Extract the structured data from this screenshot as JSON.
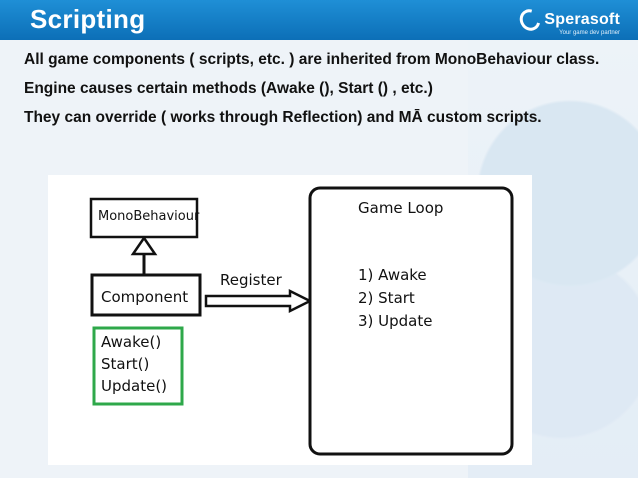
{
  "slide": {
    "title": "Scripting",
    "brand": "Sperasoft",
    "brand_tagline": "Your game dev partner"
  },
  "bullets": [
    "All game components ( scripts, etc. ) are inherited from MonoBehaviour class.",
    "Engine causes certain methods (Awake (), Start () , etc.)",
    "They can override ( works through Reflection) and MĀ custom scripts."
  ],
  "diagram": {
    "base_class": "MonoBehaviour",
    "component": "Component",
    "methods": [
      "Awake()",
      "Start()",
      "Update()"
    ],
    "arrow_label": "Register",
    "loop_title": "Game Loop",
    "loop_steps": [
      "1) Awake",
      "2) Start",
      "3) Update"
    ]
  },
  "colors": {
    "title_bar": "#0c6fb7",
    "methods_border": "#2ea84a"
  }
}
